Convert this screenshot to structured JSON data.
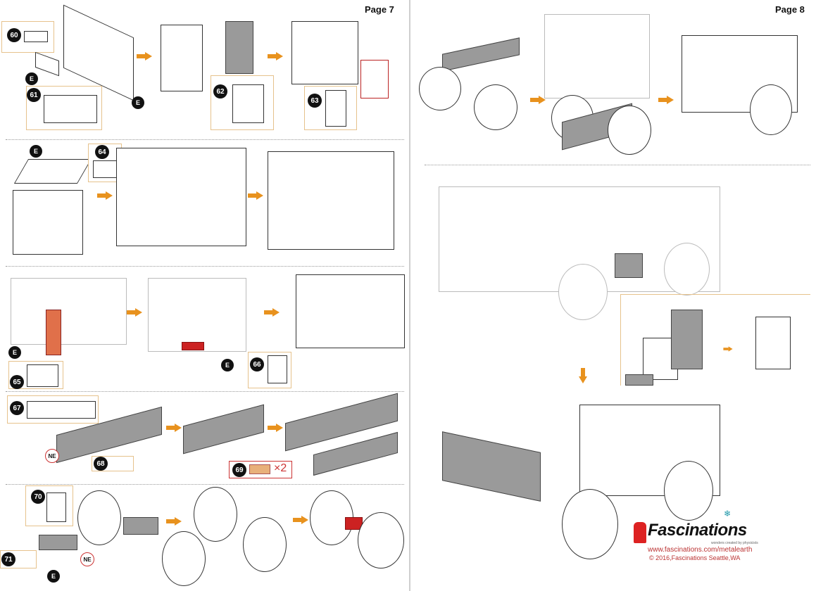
{
  "page7": {
    "label": "Page 7",
    "steps": [
      "60",
      "61",
      "62",
      "63",
      "64",
      "65",
      "66",
      "67",
      "68",
      "69",
      "70",
      "71"
    ],
    "marker_e": "E",
    "marker_ne": "NE",
    "multiplier": "×2"
  },
  "page8": {
    "label": "Page 8"
  },
  "brand": {
    "name": "Fascinations",
    "tagline": "wonders created by physicists",
    "url": "www.fascinations.com/metalearth",
    "copyright": "© 2016,Fascinations Seattle,WA"
  },
  "colors": {
    "arrow": "#e8921e",
    "accent": "#c33",
    "box_border": "#e6c28c"
  }
}
